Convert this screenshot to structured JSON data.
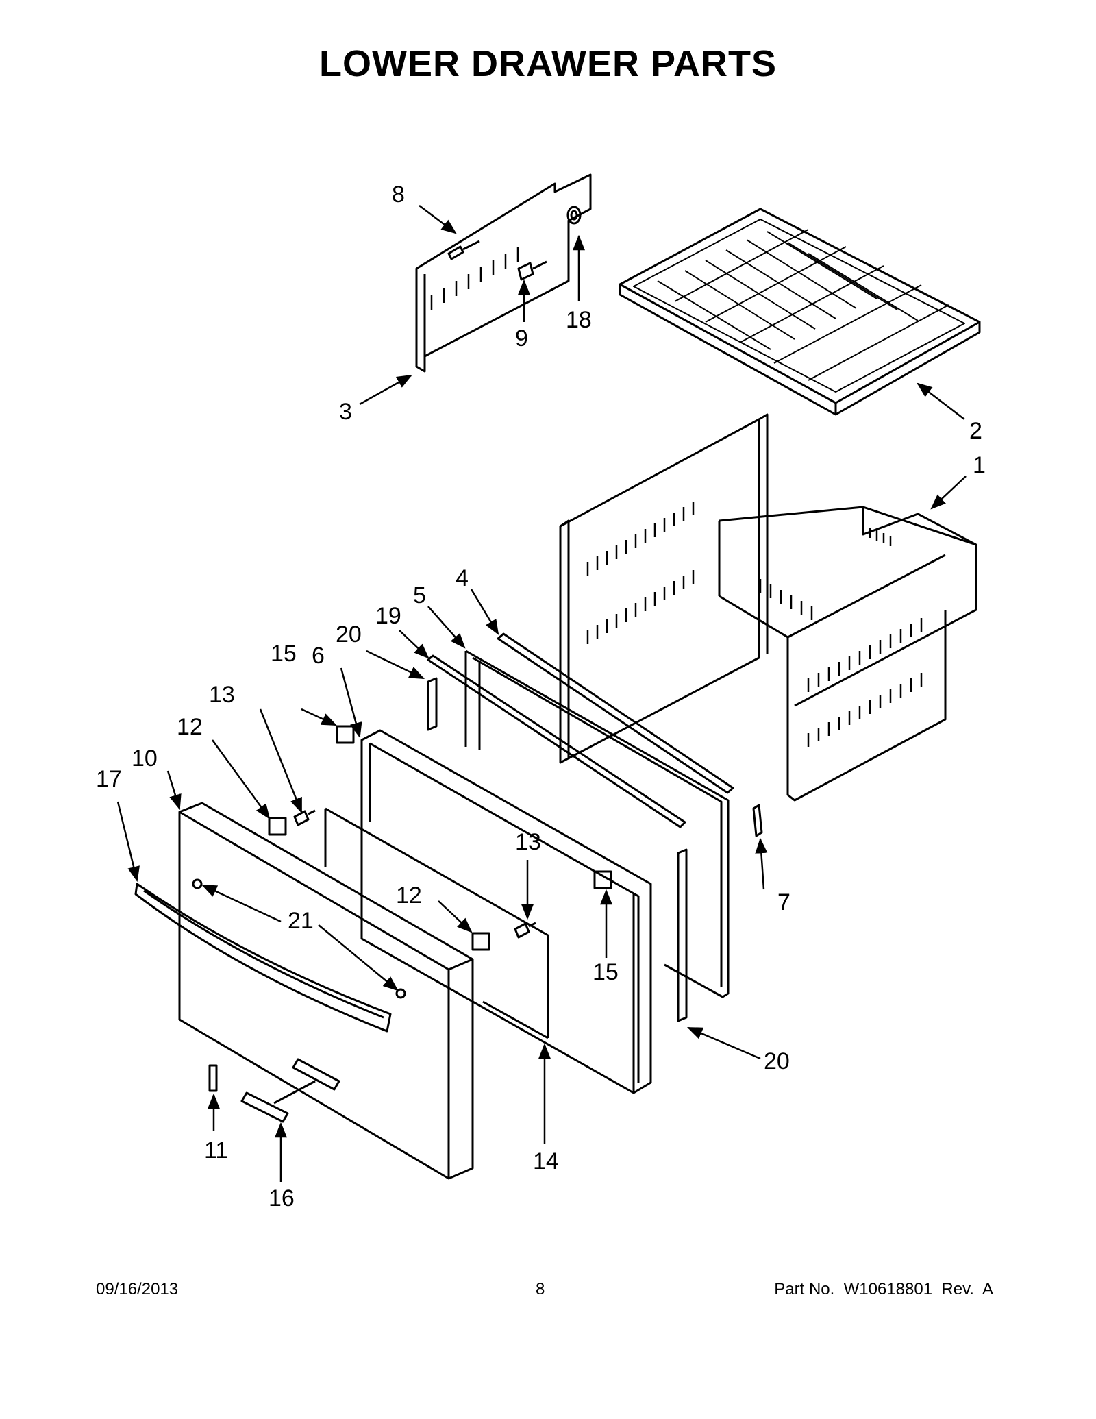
{
  "title": "LOWER DRAWER PARTS",
  "callouts": {
    "c1": "1",
    "c2": "2",
    "c3": "3",
    "c4": "4",
    "c5": "5",
    "c6": "6",
    "c7": "7",
    "c8": "8",
    "c9": "9",
    "c10": "10",
    "c11": "11",
    "c12a": "12",
    "c12b": "12",
    "c13a": "13",
    "c13b": "13",
    "c14": "14",
    "c15a": "15",
    "c15b": "15",
    "c16": "16",
    "c17": "17",
    "c18": "18",
    "c19": "19",
    "c20a": "20",
    "c20b": "20",
    "c21": "21"
  },
  "footer": {
    "date": "09/16/2013",
    "page": "8",
    "part_no": "Part No.  W10618801  Rev.  A"
  }
}
